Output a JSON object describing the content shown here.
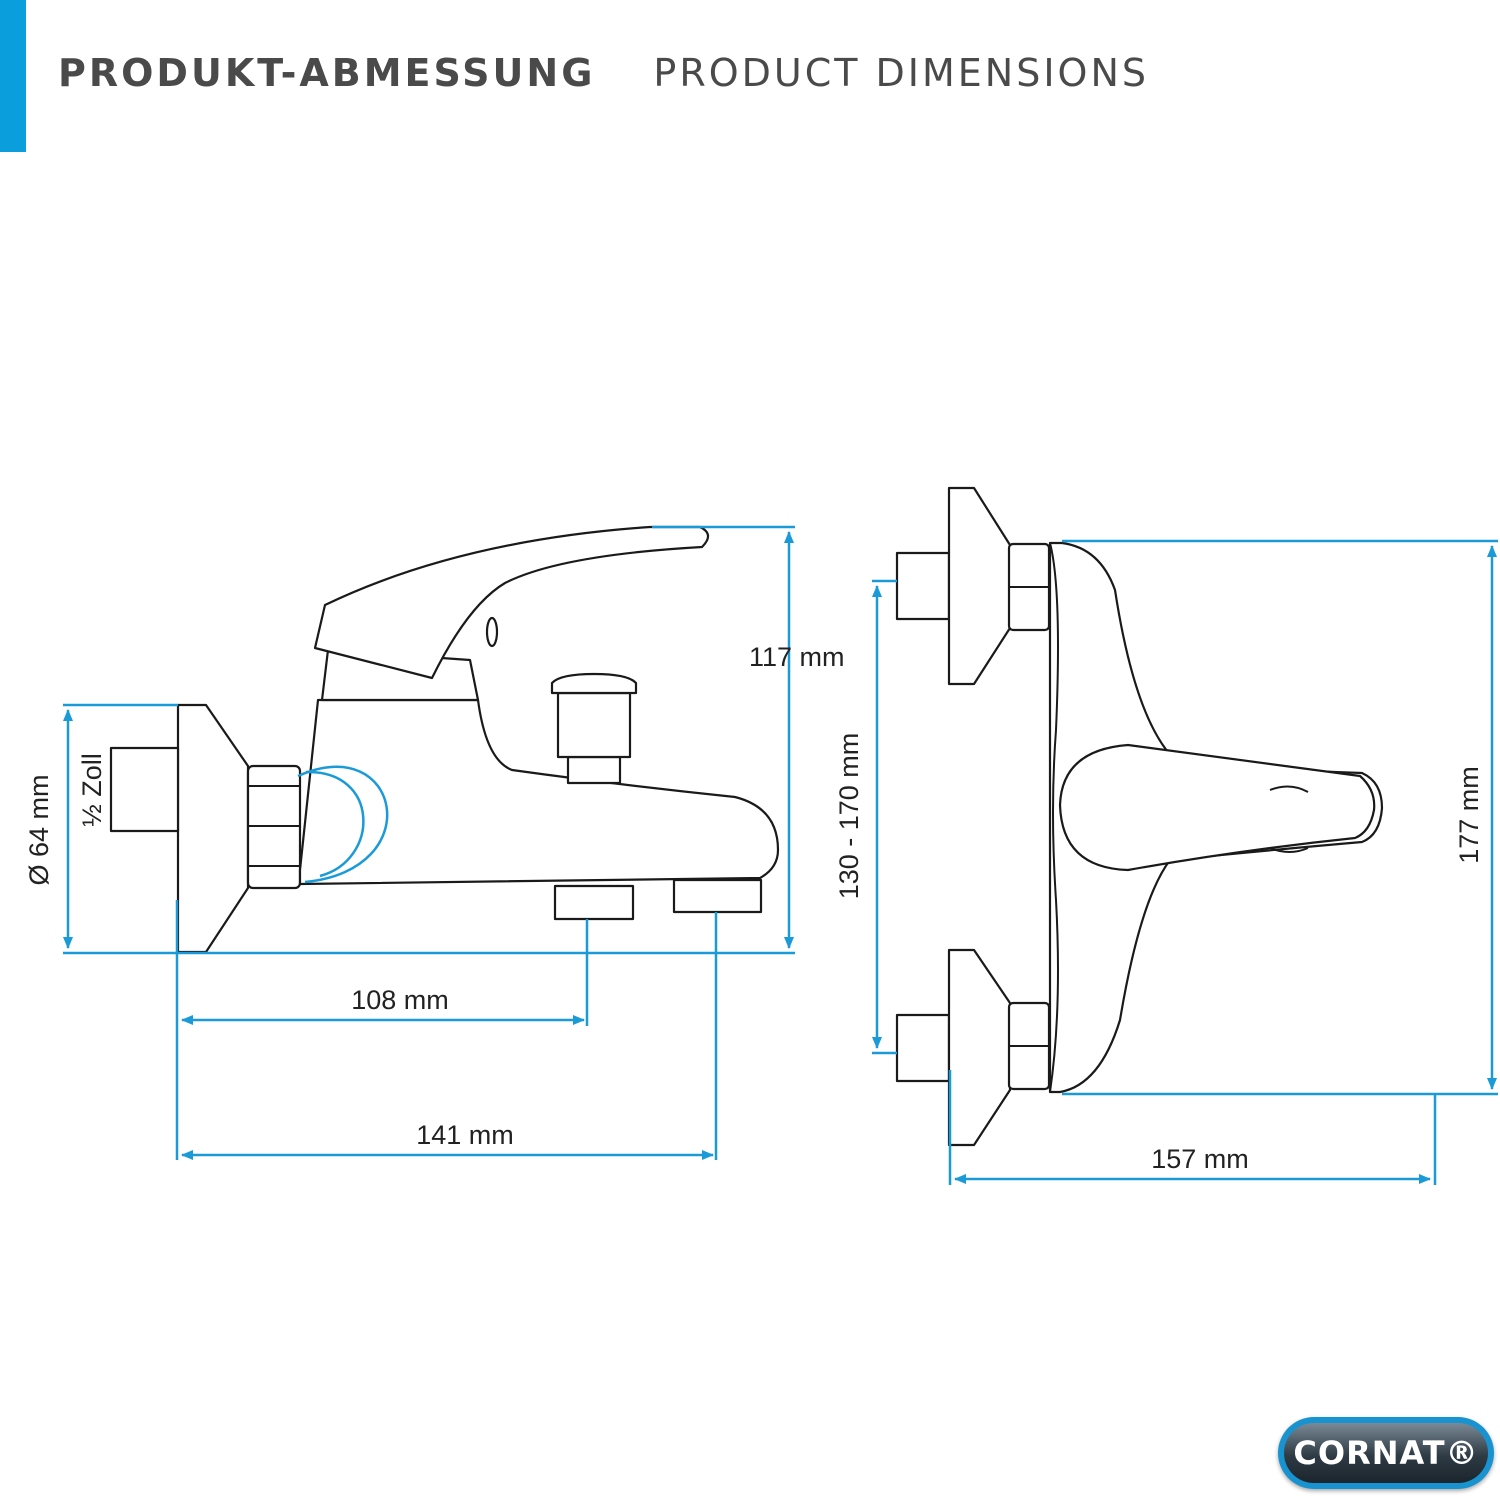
{
  "header": {
    "title_de": "PRODUKT-ABMESSUNG",
    "title_en": "PRODUCT DIMENSIONS"
  },
  "dimensions": {
    "height_handle": "117 mm",
    "flange_diameter": "Ø 64 mm",
    "thread": "½ Zoll",
    "to_diverter": "108 mm",
    "to_spout": "141 mm",
    "center_distance": "130 - 170 mm",
    "total_height": "177 mm",
    "depth": "157 mm"
  },
  "logo": {
    "text": "CORNAT®"
  },
  "colors": {
    "accent": "#0a9fdc",
    "dimension_lines": "#1a9ad6",
    "header_text": "#4a4a4a"
  }
}
